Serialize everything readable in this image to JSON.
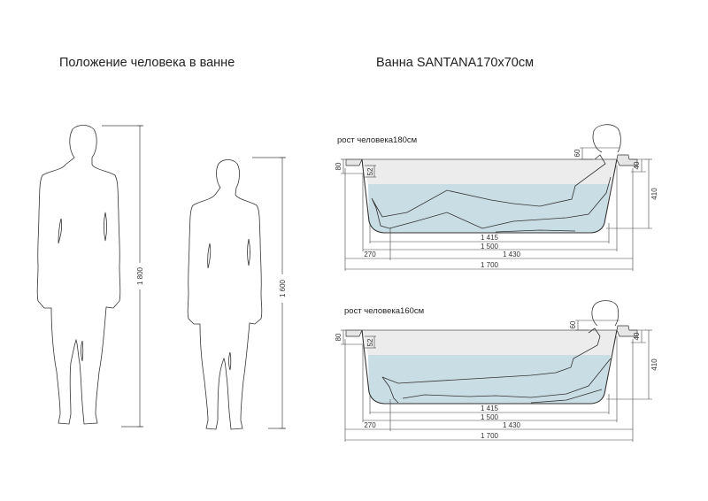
{
  "titles": {
    "left": "Положение человека в ванне",
    "right": "Ванна  SANTANA170x70см"
  },
  "colors": {
    "line": "#333333",
    "air": "#ececec",
    "water": "#c8dde4",
    "dimension": "#444444"
  },
  "figures": [
    {
      "id": "person-1800",
      "height_label": "1 800"
    },
    {
      "id": "person-1600",
      "height_label": "1 600"
    }
  ],
  "baths": [
    {
      "caption": "рост человека180см",
      "dims": {
        "rim_height": "80",
        "overflow_offset": "52",
        "headrest": "60",
        "rim_right": "40",
        "depth": "410",
        "bottom_length": "1 415",
        "inner_length": "1 500",
        "drain_offset": "270",
        "drain_to_end": "1 430",
        "total_length": "1 700"
      }
    },
    {
      "caption": "рост человека160см",
      "dims": {
        "rim_height": "80",
        "overflow_offset": "52",
        "headrest": "60",
        "rim_right": "40",
        "depth": "410",
        "bottom_length": "1 415",
        "inner_length": "1 500",
        "drain_offset": "270",
        "drain_to_end": "1 430",
        "total_length": "1 700"
      }
    }
  ]
}
